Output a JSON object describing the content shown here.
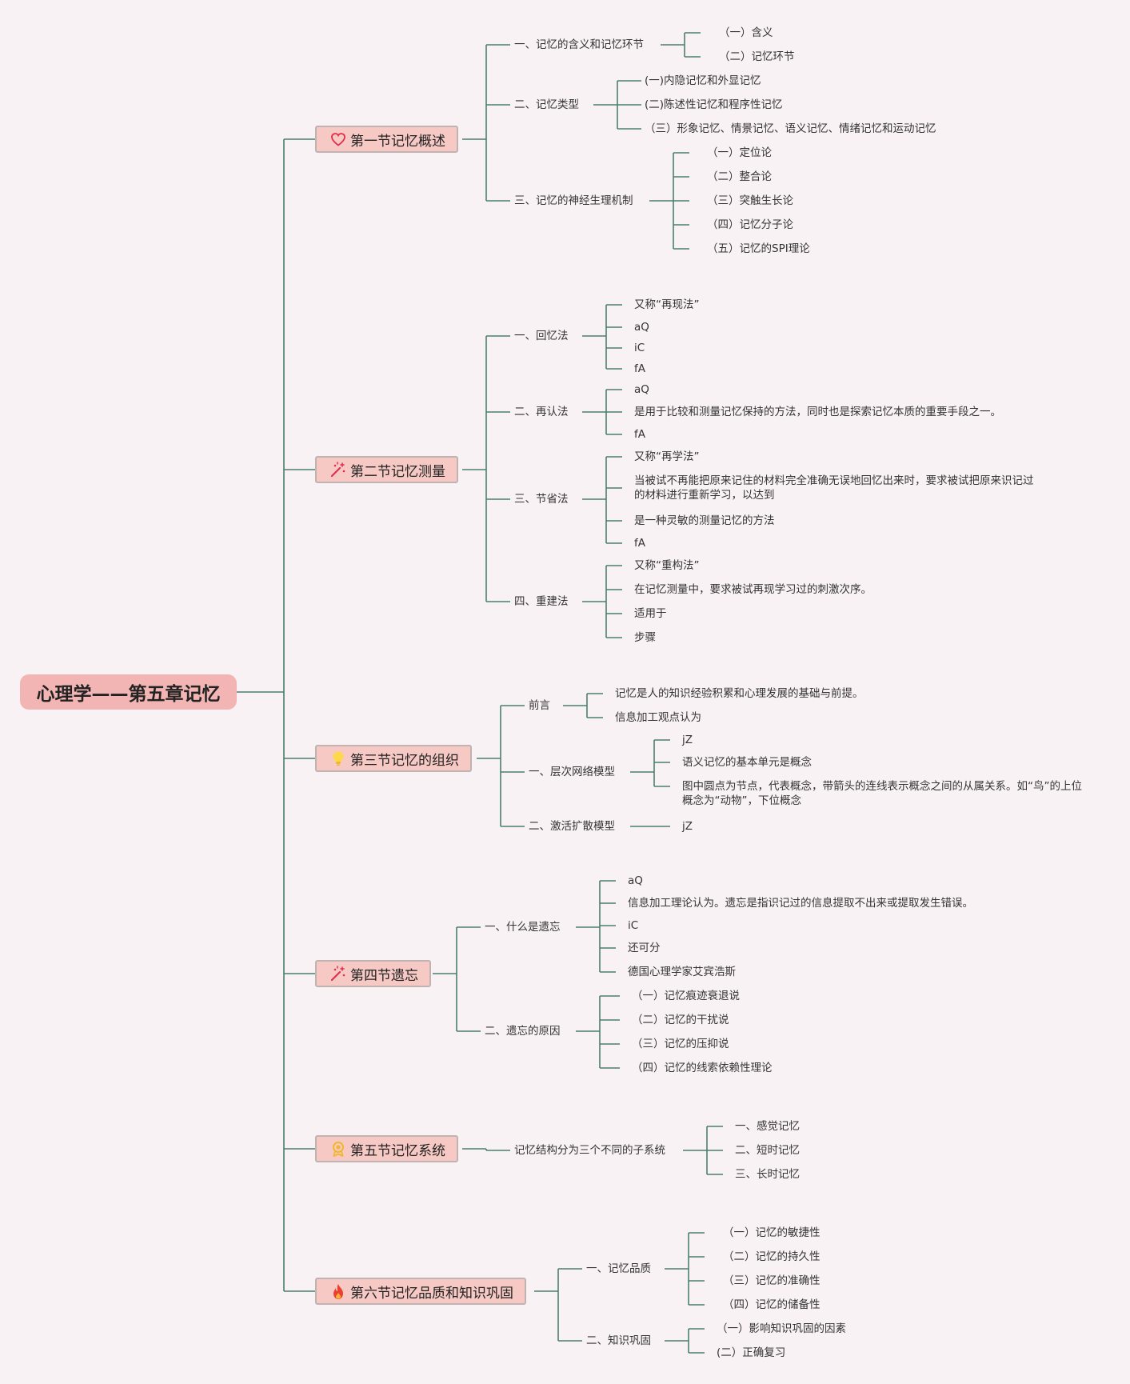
{
  "root": "心理学——第五章记忆",
  "line_color": "#4a7f6f",
  "s1": {
    "title": "第一节记忆概述",
    "icon": "heart-icon",
    "c1": "一、记忆的含义和记忆环节",
    "c1_1": "（一）含义",
    "c1_2": "（二）记忆环节",
    "c2": "二、记忆类型",
    "c2_1": "(一)内隐记忆和外显记忆",
    "c2_2": "(二)陈述性记忆和程序性记忆",
    "c2_3": "（三）形象记忆、情景记忆、语义记忆、情绪记忆和运动记忆",
    "c3": "三、记忆的神经生理机制",
    "c3_1": "（一）定位论",
    "c3_2": "（二）整合论",
    "c3_3": "（三）突触生长论",
    "c3_4": "（四）记忆分子论",
    "c3_5": "（五）记忆的SPI理论"
  },
  "s2": {
    "title": "第二节记忆测量",
    "icon": "magic-wand-icon",
    "c1": "一、回忆法",
    "c1_1": "又称“再现法”",
    "c1_2": "aQ",
    "c1_3": "iC",
    "c1_4": "fA",
    "c2": "二、再认法",
    "c2_1": "aQ",
    "c2_2": "是用于比较和测量记忆保持的方法，同时也是探索记忆本质的重要手段之一。",
    "c2_3": "fA",
    "c3": "三、节省法",
    "c3_1": "又称“再学法”",
    "c3_2": "当被试不再能把原来记住的材料完全准确无误地回忆出来时，要求被试把原来识记过的材料进行重新学习，以达到",
    "c3_3": "是一种灵敏的测量记忆的方法",
    "c3_4": "fA",
    "c4": "四、重建法",
    "c4_1": "又称“重构法”",
    "c4_2": "在记忆测量中，要求被试再现学习过的刺激次序。",
    "c4_3": "适用于",
    "c4_4": "步骤"
  },
  "s3": {
    "title": "第三节记忆的组织",
    "icon": "lightbulb-icon",
    "c1": "前言",
    "c1_1": "记忆是人的知识经验积累和心理发展的基础与前提。",
    "c1_2": "信息加工观点认为",
    "c2": "一、层次网络模型",
    "c2_1": "jZ",
    "c2_2": "语义记忆的基本单元是概念",
    "c2_3": "图中圆点为节点，代表概念，带箭头的连线表示概念之间的从属关系。如“鸟”的上位概念为“动物”，下位概念",
    "c3": "二、激活扩散模型",
    "c3_1": "jZ"
  },
  "s4": {
    "title": "第四节遗忘",
    "icon": "magic-wand-icon",
    "c1": "一、什么是遗忘",
    "c1_1": "aQ",
    "c1_2": "信息加工理论认为。遗忘是指识记过的信息提取不出来或提取发生错误。",
    "c1_3": "iC",
    "c1_4": "还可分",
    "c1_5": "德国心理学家艾宾浩斯",
    "c2": "二、遗忘的原因",
    "c2_1": "（一）记忆痕迹衰退说",
    "c2_2": "（二）记忆的干扰说",
    "c2_3": "（三）记忆的压抑说",
    "c2_4": "（四）记忆的线索依赖性理论"
  },
  "s5": {
    "title": "第五节记忆系统",
    "icon": "award-icon",
    "c1": "记忆结构分为三个不同的子系统",
    "c1_1": "一、感觉记忆",
    "c1_2": "二、短时记忆",
    "c1_3": "三、长时记忆"
  },
  "s6": {
    "title": "第六节记忆品质和知识巩固",
    "icon": "fire-icon",
    "c1": "一、记忆品质",
    "c1_1": "（一）记忆的敏捷性",
    "c1_2": "（二）记忆的持久性",
    "c1_3": "（三）记忆的准确性",
    "c1_4": "（四）记忆的储备性",
    "c2": "二、知识巩固",
    "c2_1": "（一）影响知识巩固的因素",
    "c2_2": "(二）正确复习"
  }
}
